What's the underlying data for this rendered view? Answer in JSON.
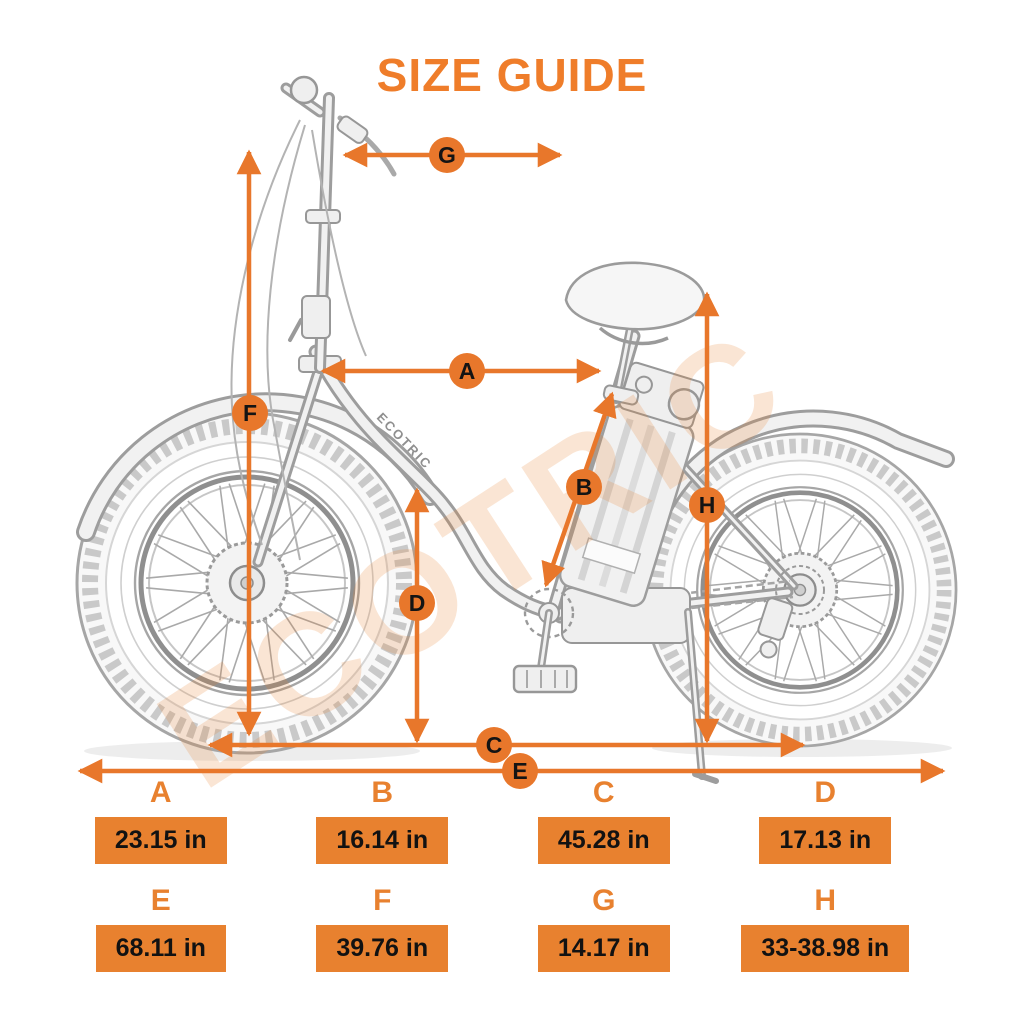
{
  "title": "SIZE GUIDE",
  "watermark_text": "ECOTRIC",
  "frame_logo_text": "ECOTRIC",
  "accent_color": "#E8772B",
  "box_color": "#E8812F",
  "dimensions": {
    "A": {
      "letter": "A",
      "value": "23.15 in"
    },
    "B": {
      "letter": "B",
      "value": "16.14 in"
    },
    "C": {
      "letter": "C",
      "value": "45.28 in"
    },
    "D": {
      "letter": "D",
      "value": "17.13 in"
    },
    "E": {
      "letter": "E",
      "value": "68.11 in"
    },
    "F": {
      "letter": "F",
      "value": "39.76 in"
    },
    "G": {
      "letter": "G",
      "value": "14.17 in"
    },
    "H": {
      "letter": "H",
      "value": "33-38.98 in"
    }
  }
}
